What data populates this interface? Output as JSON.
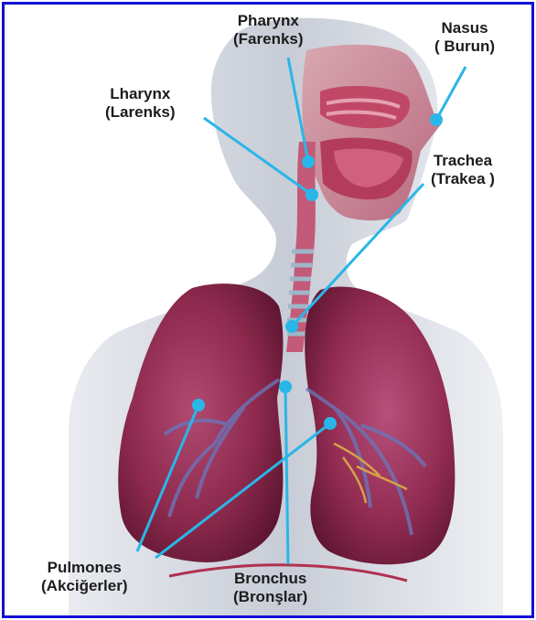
{
  "labels": {
    "pharynx": {
      "latin": "Pharynx",
      "turkish": "(Farenks)"
    },
    "nasus": {
      "latin": "Nasus",
      "turkish": "( Burun)"
    },
    "lharynx": {
      "latin": "Lharynx",
      "turkish": "(Larenks)"
    },
    "trachea": {
      "latin": "Trachea",
      "turkish": "(Trakea )"
    },
    "pulmones": {
      "latin": "Pulmones",
      "turkish": "(Akciğerler)"
    },
    "bronchus": {
      "latin": "Bronchus",
      "turkish": "(Bronşlar)"
    }
  },
  "colors": {
    "frame_border": "#1410d8",
    "pointer_line": "#29b6e8",
    "lung_fill": "#8e2a4e",
    "airway_fill": "#c25a78",
    "body_silhouette": "#cfd3dc"
  }
}
